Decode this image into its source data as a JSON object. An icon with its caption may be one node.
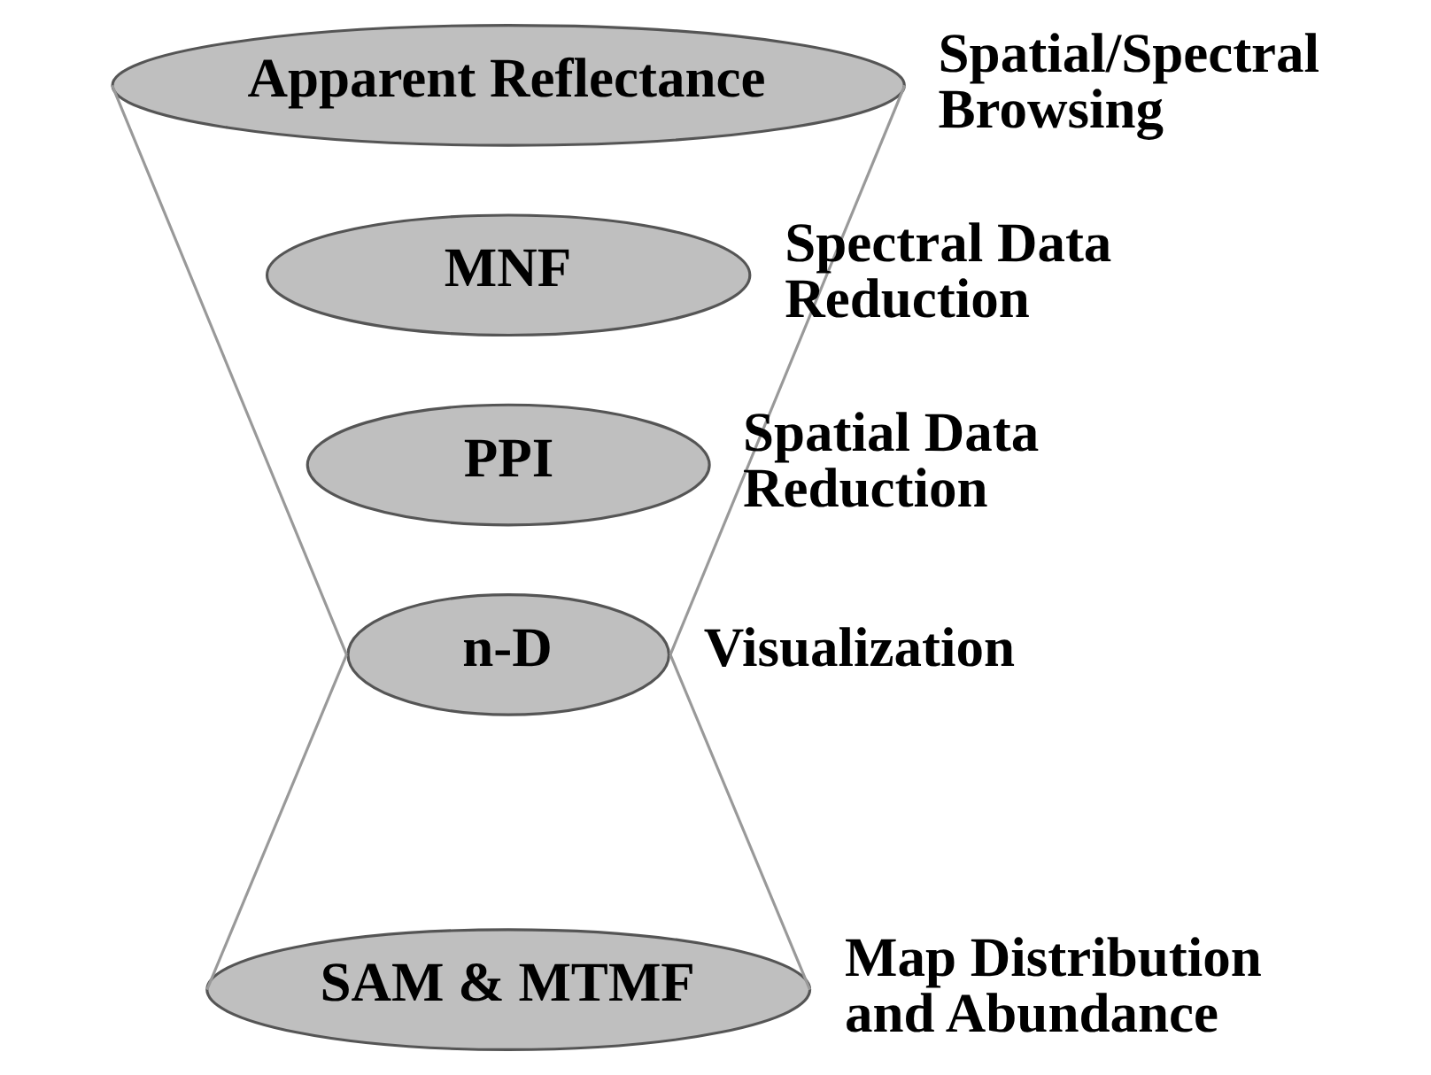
{
  "diagram": {
    "nodes": [
      {
        "text": [
          "Apparent Reflectance"
        ],
        "beside": [
          "Spatial/Spectral Browsing"
        ]
      },
      {
        "text": [
          "MNF"
        ],
        "beside": [
          "Spectral Data Reduction"
        ]
      },
      {
        "text": [
          "PPI"
        ],
        "beside": [
          "Spatial Data Reduction"
        ]
      },
      {
        "text": [
          "n-D"
        ],
        "beside": [
          "Visualization"
        ]
      },
      {
        "text": [
          "SAM & MTMF"
        ],
        "beside": [
          "Map Distribution and Abundance"
        ]
      }
    ],
    "edges": [
      {
        "from": 0,
        "to": 3,
        "arrow": "none"
      },
      {
        "from": 0,
        "to": 3,
        "arrow": "none"
      },
      {
        "from": 3,
        "to": 4,
        "arrow": "none"
      },
      {
        "from": 3,
        "to": 4,
        "arrow": "none"
      }
    ]
  }
}
